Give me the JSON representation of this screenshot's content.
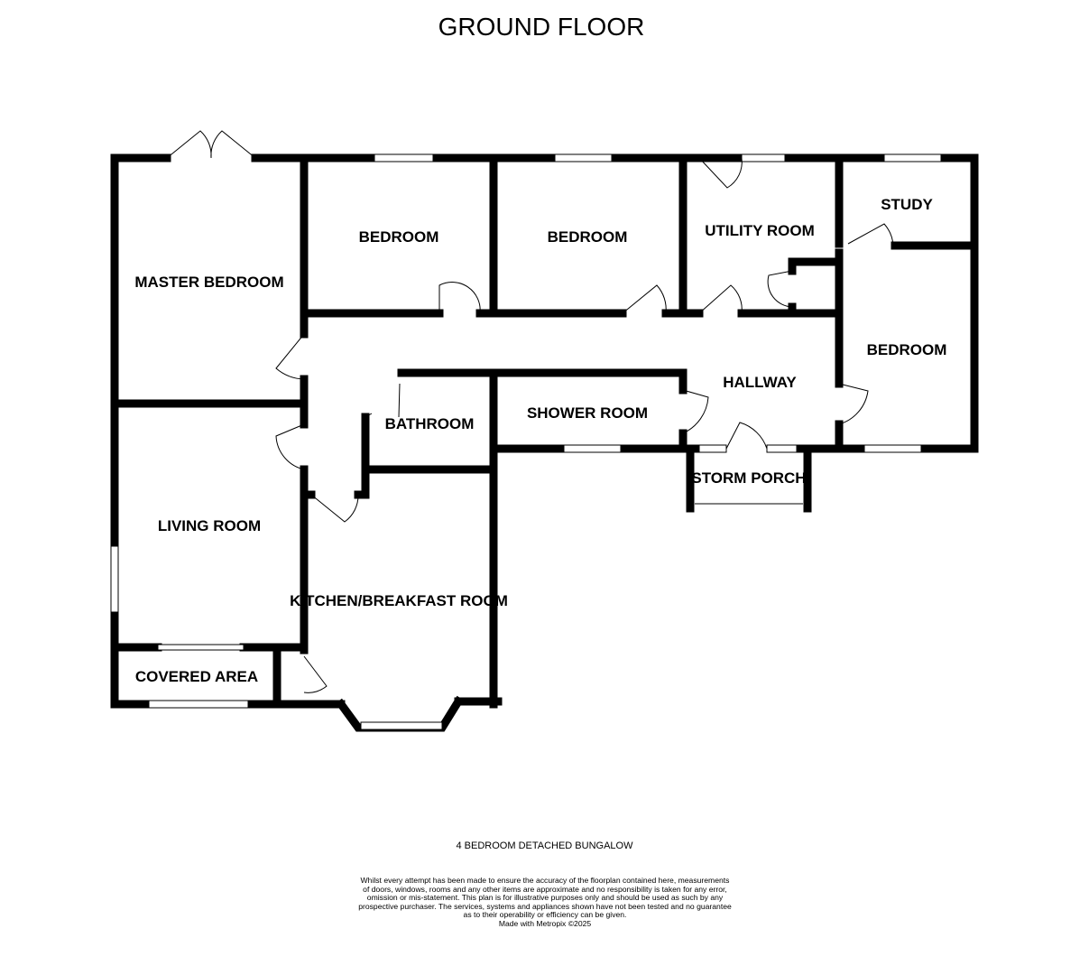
{
  "title": "GROUND FLOOR",
  "rooms": {
    "master_bedroom": "MASTER BEDROOM",
    "bedroom_1": "BEDROOM",
    "bedroom_2": "BEDROOM",
    "utility_room": "UTILITY ROOM",
    "study": "STUDY",
    "bedroom_3": "BEDROOM",
    "hallway": "HALLWAY",
    "shower_room": "SHOWER ROOM",
    "bathroom": "BATHROOM",
    "storm_porch": "STORM PORCH",
    "living_room": "LIVING ROOM",
    "kitchen": "KITCHEN/BREAKFAST ROOM",
    "covered_area": "COVERED AREA"
  },
  "subtitle": "4 BEDROOM DETACHED BUNGALOW",
  "disclaimer": [
    "Whilst every attempt has been made to ensure the accuracy of the floorplan contained here, measurements",
    "of doors, windows, rooms and any other items are approximate and no responsibility is taken for any error,",
    "omission or mis-statement. This plan is for illustrative purposes only and should be used as such by any",
    "prospective purchaser. The services, systems and appliances shown have not been tested and no guarantee",
    "as to their operability or efficiency can be given.",
    "Made with Metropix ©2025"
  ]
}
